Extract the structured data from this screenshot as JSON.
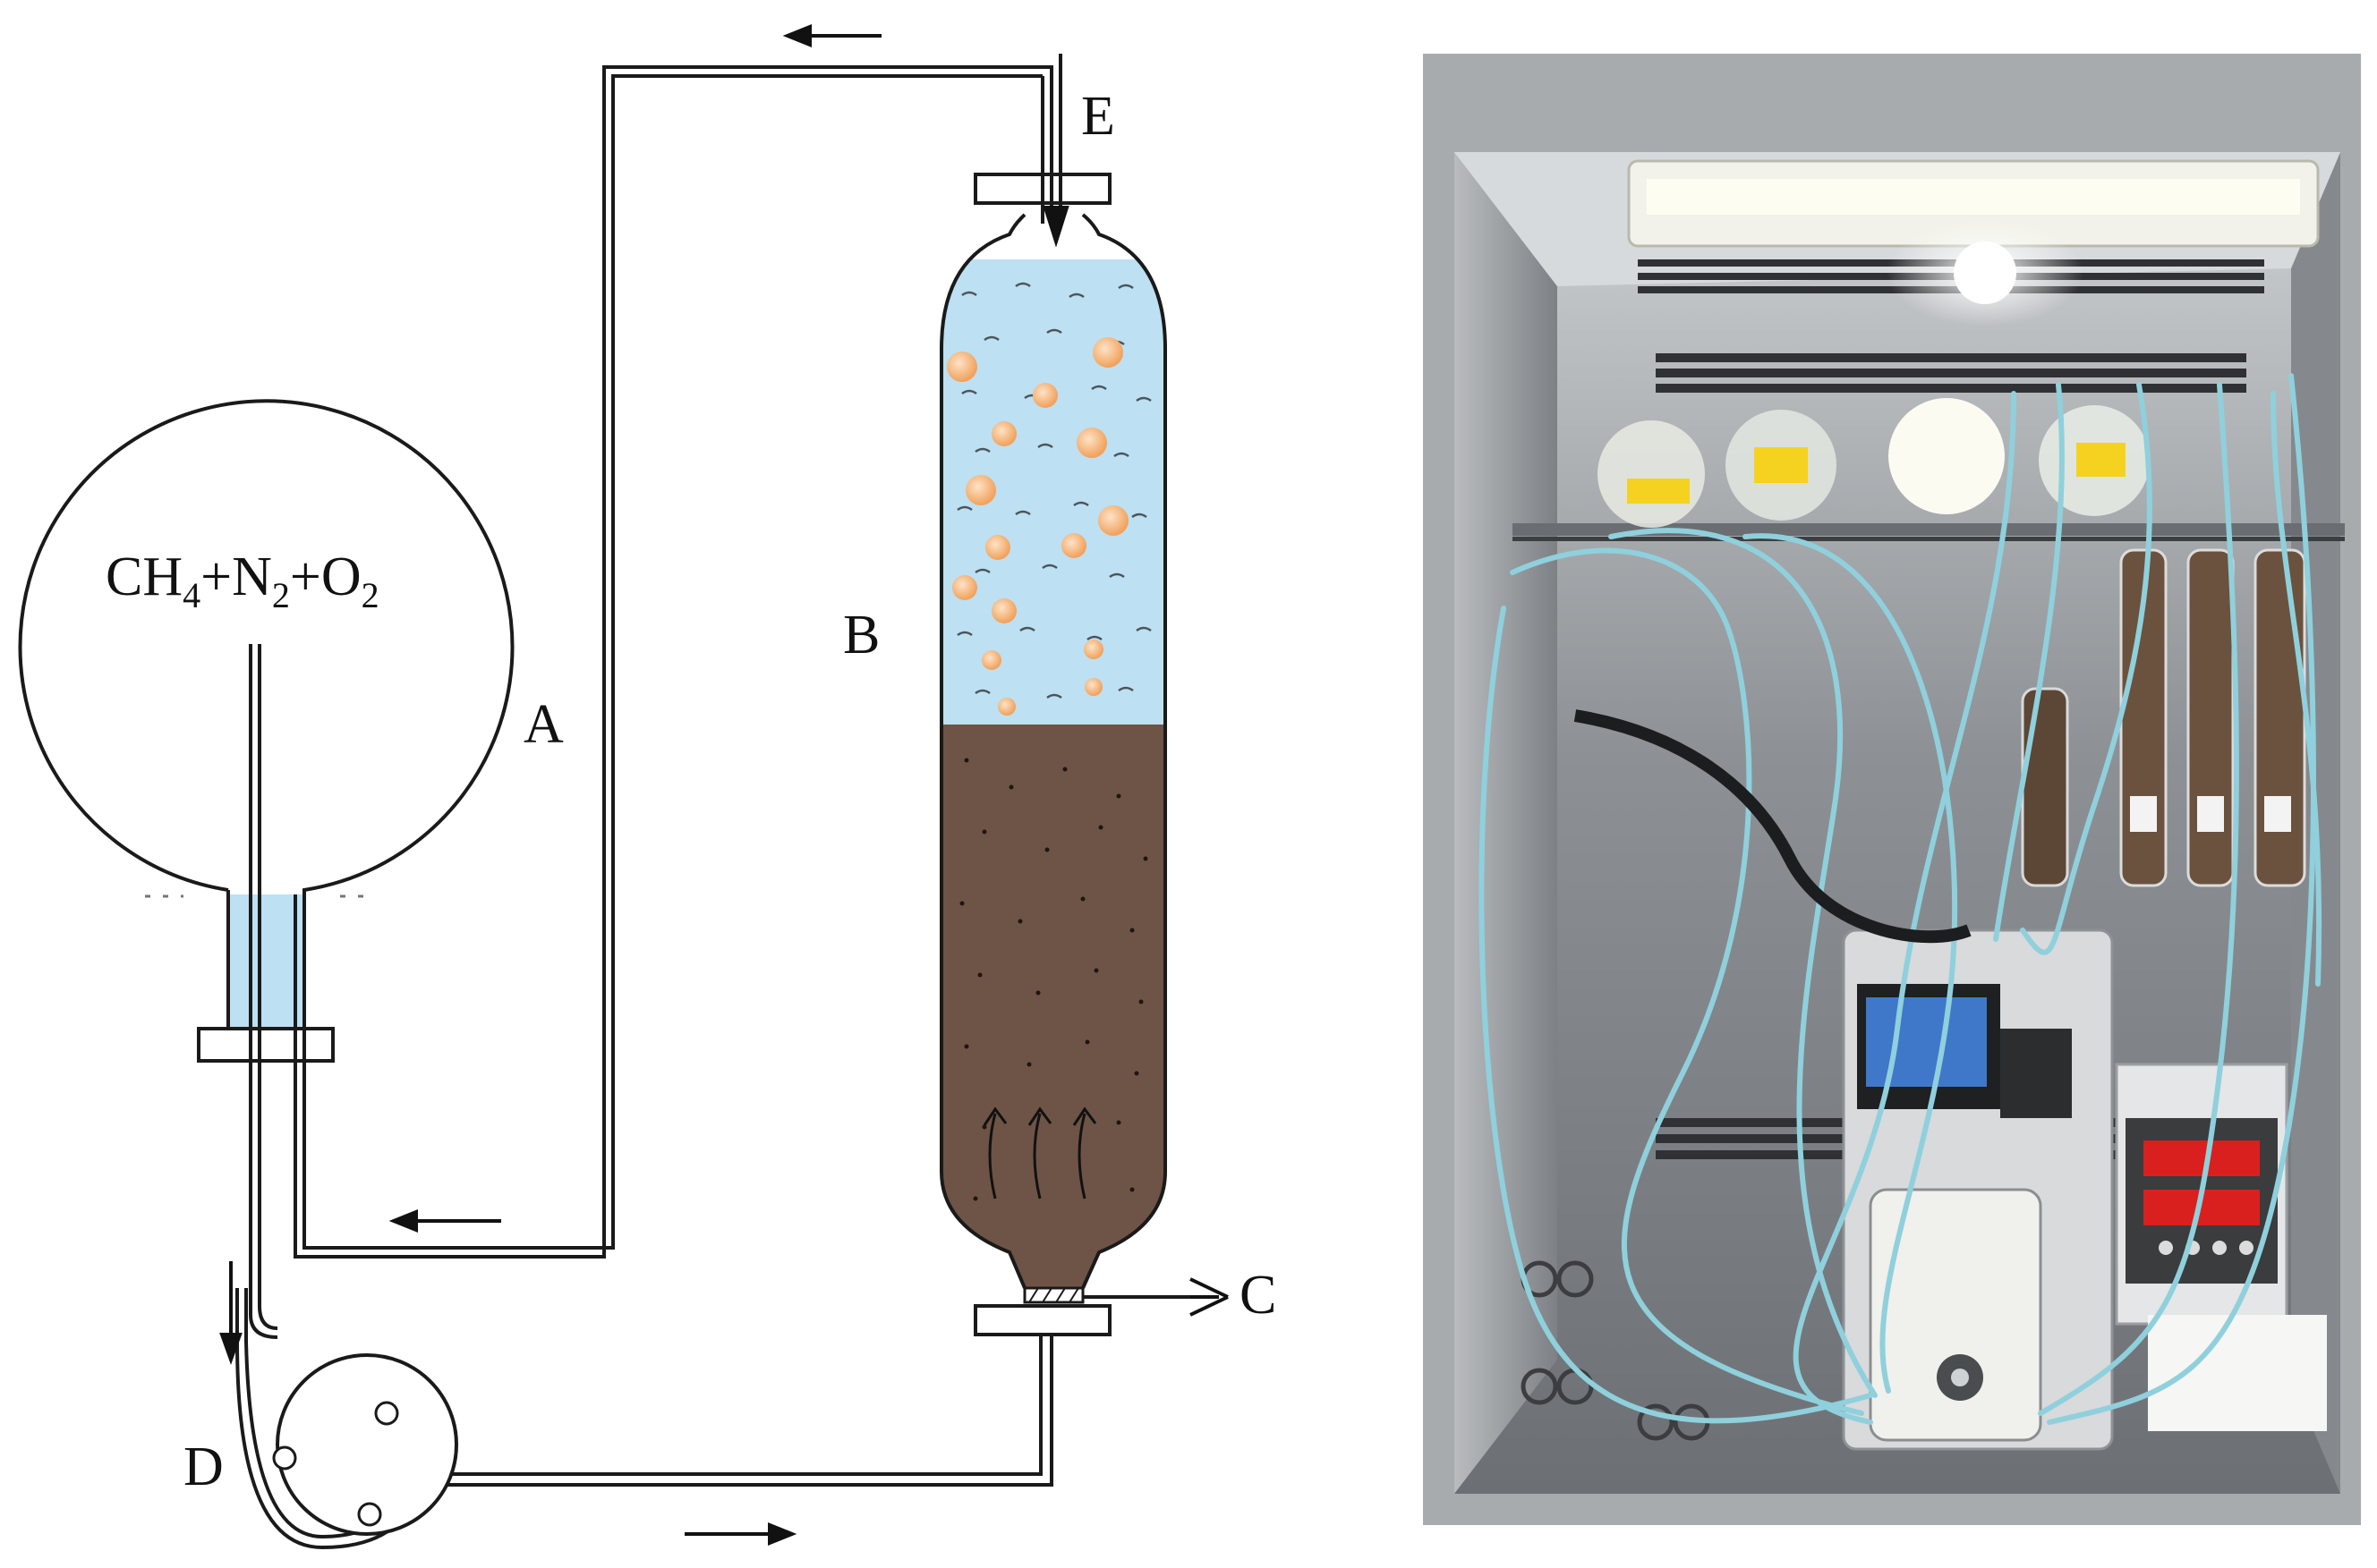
{
  "diagram": {
    "gas_label": {
      "part1": "CH",
      "sub1": "4",
      "plus1": "+",
      "part2": "N",
      "sub2": "2",
      "plus2": "+",
      "part3": "O",
      "sub3": "2"
    },
    "label_a": "A",
    "label_b": "B",
    "label_c": "C",
    "label_d": "D",
    "label_e": "E"
  },
  "colors": {
    "water": "#bde0f2",
    "soil": "#6e5446",
    "tube": "#1a1a1a",
    "bubble": "#f2a25c",
    "bubble_core": "#fde3c8",
    "cabinet_steel": "#9a9ea2",
    "cabinet_dark": "#2b2b2b",
    "light": "#fdfdf2",
    "tube_cyan": "#8fd0dc",
    "pump_body": "#d8dadb",
    "screen_blue": "#3f78c9",
    "display_red": "#d9201e"
  },
  "icons": {
    "flow_arrow": "arrow-icon",
    "pump": "peristaltic-pump-icon"
  }
}
